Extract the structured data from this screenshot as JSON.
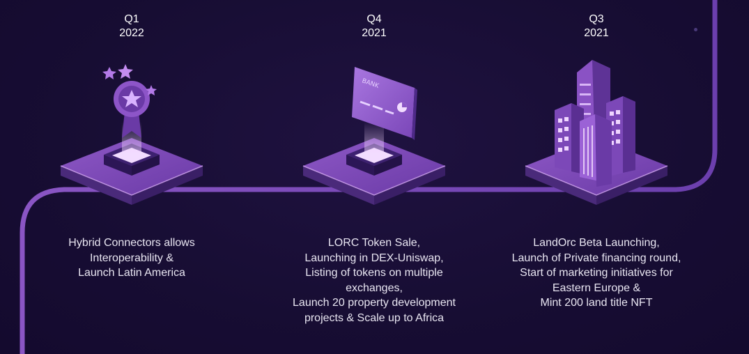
{
  "colors": {
    "background": "#170d33",
    "track": "#7b4fb3",
    "platform_top": "#7a4ab0",
    "platform_side": "#4a2a7a",
    "accent": "#d9a8ff",
    "text": "#e9e6f2"
  },
  "milestones": [
    {
      "quarter": "Q1",
      "year": "2022",
      "icon": "award-badge-icon",
      "lines": [
        "Hybrid Connectors allows",
        "Interoperability &",
        "Launch Latin America"
      ]
    },
    {
      "quarter": "Q4",
      "year": "2021",
      "icon": "bank-card-icon",
      "card_label": "BANK",
      "lines": [
        "LORC Token Sale,",
        "Launching in DEX-Uniswap,",
        "Listing of tokens on multiple",
        "exchanges,",
        "Launch 20 property development",
        "projects & Scale up to Africa"
      ]
    },
    {
      "quarter": "Q3",
      "year": "2021",
      "icon": "city-buildings-icon",
      "lines": [
        "LandOrc Beta Launching,",
        "Launch of Private financing round,",
        "Start of marketing initiatives for",
        "Eastern Europe &",
        "Mint 200 land title NFT"
      ]
    }
  ]
}
